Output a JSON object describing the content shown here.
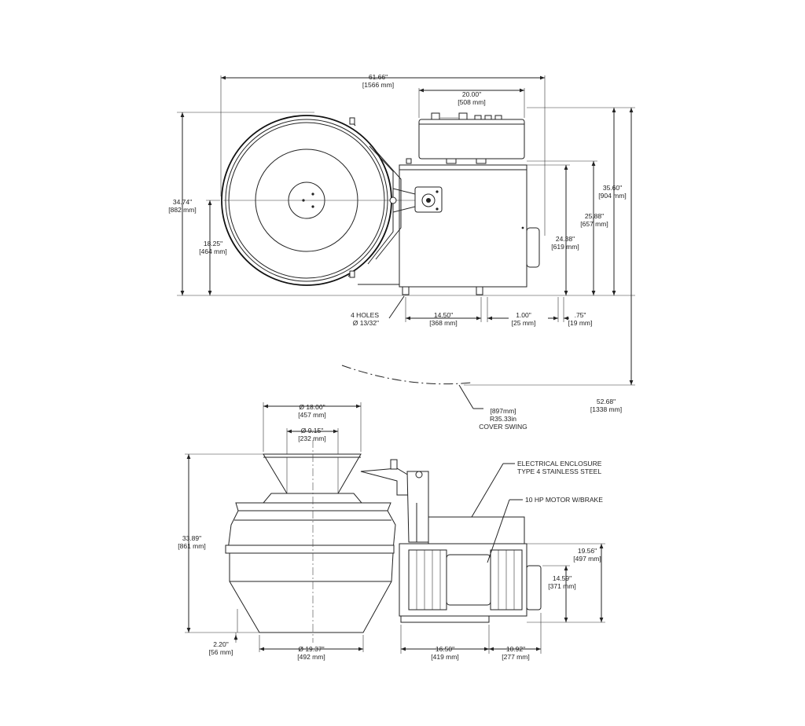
{
  "dimensions": {
    "overall_width": {
      "in": "61.66\"",
      "mm": "[1566 mm]"
    },
    "enclosure_width": {
      "in": "20.00\"",
      "mm": "[508 mm]"
    },
    "top_depth": {
      "in": "34.74\"",
      "mm": "[882 mm]"
    },
    "center_offset": {
      "in": "18.25\"",
      "mm": "[464 mm]"
    },
    "depth_1": {
      "in": "35.60\"",
      "mm": "[904 mm]"
    },
    "depth_2": {
      "in": "25.88\"",
      "mm": "[657 mm]"
    },
    "depth_3": {
      "in": "24.38\"",
      "mm": "[619 mm]"
    },
    "holes": {
      "line1": "4 HOLES",
      "line2": "Ø 13/32\""
    },
    "hole_spacing": {
      "in": "14.50\"",
      "mm": "[368 mm]"
    },
    "hole_offset": {
      "in": "1.00\"",
      "mm": "[25 mm]"
    },
    "edge_offset": {
      "in": ".75\"",
      "mm": "[19 mm]"
    },
    "cover_swing_depth": {
      "in": "52.68\"",
      "mm": "[1338 mm]"
    },
    "cover_swing": {
      "mm": "[897mm]",
      "in": "R35.33in",
      "label": "COVER SWING"
    },
    "top_dia": {
      "in": "Ø 18.00\"",
      "mm": "[457 mm]"
    },
    "inner_dia": {
      "in": "Ø 9.15\"",
      "mm": "[232 mm]"
    },
    "overall_height": {
      "in": "33.89\"",
      "mm": "[861 mm]"
    },
    "base_height": {
      "in": "2.20\"",
      "mm": "[56 mm]"
    },
    "base_dia": {
      "in": "Ø 19.37\"",
      "mm": "[492 mm]"
    },
    "motor_height_1": {
      "in": "19.56\"",
      "mm": "[497 mm]"
    },
    "motor_height_2": {
      "in": "14.59\"",
      "mm": "[371 mm]"
    },
    "base_len_1": {
      "in": "16.50\"",
      "mm": "[419 mm]"
    },
    "base_len_2": {
      "in": "10.92\"",
      "mm": "[277 mm]"
    }
  },
  "callouts": {
    "enclosure": {
      "line1": "ELECTRICAL ENCLOSURE",
      "line2": "TYPE 4 STAINLESS STEEL"
    },
    "motor": "10 HP MOTOR W/BRAKE"
  }
}
